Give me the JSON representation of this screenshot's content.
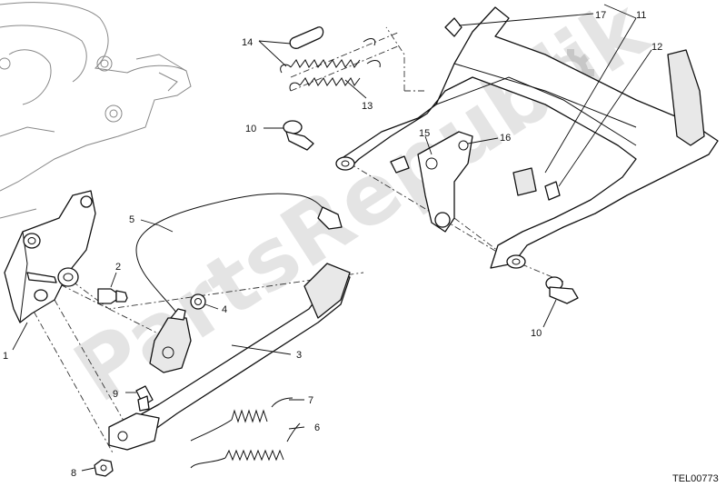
{
  "diagram": {
    "reference_code": "TEL00773",
    "watermark": "PartsRepublik",
    "callouts": [
      "1",
      "2",
      "3",
      "4",
      "5",
      "6",
      "7",
      "8",
      "9",
      "10",
      "10",
      "11",
      "12",
      "13",
      "14",
      "15",
      "16",
      "17"
    ]
  }
}
